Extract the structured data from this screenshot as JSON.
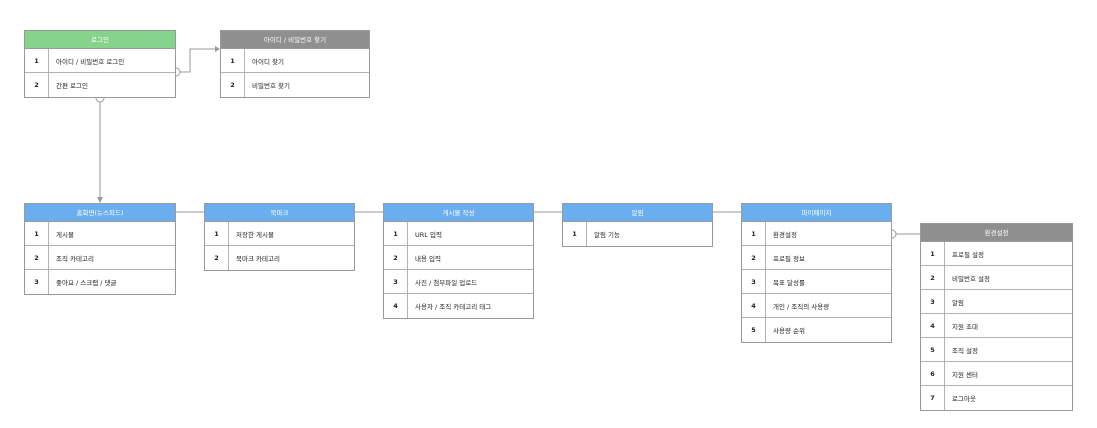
{
  "colors": {
    "green": "#86d48b",
    "gray": "#8f8f8f",
    "blue": "#6aaef0",
    "line": "#9a9a9a"
  },
  "tables": {
    "login": {
      "title": "로그인",
      "rows": [
        {
          "num": "1",
          "label": "아이디 / 비밀번호 로그인"
        },
        {
          "num": "2",
          "label": "간편 로그인"
        }
      ]
    },
    "find": {
      "title": "아이디 / 비밀번호 찾기",
      "rows": [
        {
          "num": "1",
          "label": "아이디 찾기"
        },
        {
          "num": "2",
          "label": "비밀번호 찾기"
        }
      ]
    },
    "home": {
      "title": "홈화면(뉴스피드)",
      "rows": [
        {
          "num": "1",
          "label": "게시물"
        },
        {
          "num": "2",
          "label": "조직 카테고리"
        },
        {
          "num": "3",
          "label": "좋아요 / 스크랩 / 댓글"
        }
      ]
    },
    "bookmark": {
      "title": "북마크",
      "rows": [
        {
          "num": "1",
          "label": "저장한 게시물"
        },
        {
          "num": "2",
          "label": "북마크 카테고리"
        }
      ]
    },
    "write": {
      "title": "게시물 작성",
      "rows": [
        {
          "num": "1",
          "label": "URL 입력"
        },
        {
          "num": "2",
          "label": "내용 입력"
        },
        {
          "num": "3",
          "label": "사진 / 첨부파일 업로드"
        },
        {
          "num": "4",
          "label": "사용자 / 조직 카테고리 태그"
        }
      ]
    },
    "alarm": {
      "title": "알림",
      "rows": [
        {
          "num": "1",
          "label": "알림 기능"
        }
      ]
    },
    "mypage": {
      "title": "마이페이지",
      "rows": [
        {
          "num": "1",
          "label": "환경설정"
        },
        {
          "num": "2",
          "label": "프로필 정보"
        },
        {
          "num": "3",
          "label": "목표 달성률"
        },
        {
          "num": "4",
          "label": "개인 / 조직의 사용량"
        },
        {
          "num": "5",
          "label": "사용량 순위"
        }
      ]
    },
    "settings": {
      "title": "환경설정",
      "rows": [
        {
          "num": "1",
          "label": "프로필 설정"
        },
        {
          "num": "2",
          "label": "비밀번호 설정"
        },
        {
          "num": "3",
          "label": "알림"
        },
        {
          "num": "4",
          "label": "지원 초대"
        },
        {
          "num": "5",
          "label": "조직 설정"
        },
        {
          "num": "6",
          "label": "지원 센터"
        },
        {
          "num": "7",
          "label": "로그아웃"
        }
      ]
    }
  }
}
